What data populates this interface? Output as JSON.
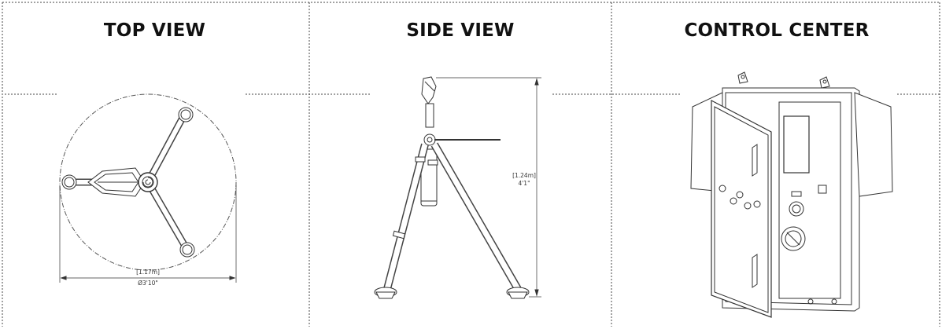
{
  "panels": [
    {
      "title": "TOP VIEW",
      "dimension": {
        "metric": "[1.17m]",
        "imperial": "Ø3'10\""
      }
    },
    {
      "title": "SIDE VIEW",
      "dimension": {
        "metric": "[1.24m]",
        "imperial": "4'1\""
      }
    },
    {
      "title": "CONTROL CENTER"
    }
  ]
}
